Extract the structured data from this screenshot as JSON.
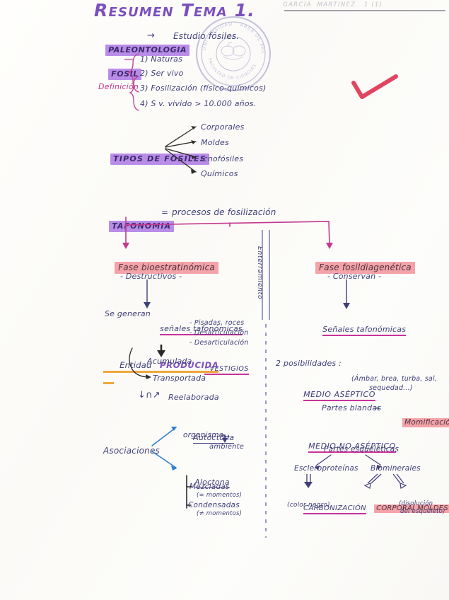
{
  "page": {
    "title": "Resumen Tema 1.",
    "header_name": "GARCIA  MARTINEZ   1 (1)",
    "stamp_text_outer": "UNIVERSIDAD · AREA DE PALEONTOLOGIA",
    "stamp_text_inner": "FACULTAD DE CIENCIAS"
  },
  "section_paleontologia": {
    "term": "PALEONTOLOGIA",
    "arrow": "→",
    "definition": "Estudio fósiles."
  },
  "section_fosil": {
    "term": "FOSIL",
    "label_definicion": "Definición",
    "items": [
      "1) Naturas",
      "2) Ser vivo",
      "3) Fosilización (físico-químicos)",
      "4) S v. vivido > 10.000 años."
    ]
  },
  "section_tipos": {
    "term": "TIPOS DE FÓSILES",
    "branches": [
      "Corporales",
      "Moldes",
      "Icnofósiles",
      "Químicos"
    ]
  },
  "section_tafonomia": {
    "term": "TAFONOMIA",
    "equals": "=",
    "definition": "procesos de fosilización",
    "middle_vertical_label": "Enterramiento"
  },
  "branch_left": {
    "title": "Fase bioestratinómica",
    "subtitle": "- Destructivos -",
    "generate_text": "Se generan",
    "generate_underlined": "señales tafonómicas",
    "signal_items": [
      "- Pisadas, roces",
      "- Desarticulación",
      "- Desarticulación",
      "- VESTIGIOS"
    ],
    "entity_label": "Entidad",
    "entity_value": "PRODUCIDA",
    "states": [
      "Acumulada",
      "Transportada",
      "Reelaborada"
    ],
    "reelaborada_marks": "↓∩↗"
  },
  "branch_right": {
    "title": "Fase fosildiagenética",
    "subtitle": "- Conservan -",
    "result": "Señales tafonómicas",
    "possibilities_label": "2 posibilidades :",
    "medio_aseptico": {
      "term": "MEDIO ASÉPTICO",
      "examples": "(Ámbar, brea, turba, sal,",
      "examples2": "sequedad...)",
      "soft_parts": "Partes blandas",
      "arrow": "→",
      "result": "Momificación"
    },
    "medio_no_aseptico": {
      "term": "MEDIO NO ASÉPTICO",
      "skeletal": "Partes esqueléticas",
      "left_branch": "Escleroproteínas",
      "right_branch": "Biominerales",
      "results": [
        {
          "term": "CARBONIZACIÓN",
          "note": "(color negro)."
        },
        {
          "term": "CORPORALES",
          "note": ""
        },
        {
          "term": "MOLDES",
          "note": "(disolución",
          "note2": "del esqueleto)"
        }
      ]
    }
  },
  "section_asociaciones": {
    "label": "Asociaciones",
    "autoctona": {
      "term": "Autóctona",
      "line2": "organismo",
      "arrow": "→",
      "line3": "ambiente"
    },
    "aloctona": {
      "term": "Aloctona",
      "items": [
        {
          "term": "Mezcladas",
          "note": "(= momentos)"
        },
        {
          "term": "Condensadas",
          "note": "(≠ momentos)"
        }
      ]
    }
  },
  "marks": {
    "check": "check-mark-red"
  },
  "colors": {
    "violet_highlight": "#b98ce8",
    "pink_highlight": "#f4a3a9",
    "magenta_ink": "#c2398f",
    "blue_ink": "#3f3f7a",
    "cyan_ink": "#2f7fc9",
    "orange_underline": "#f0a63c",
    "red_check": "#e0455f"
  }
}
